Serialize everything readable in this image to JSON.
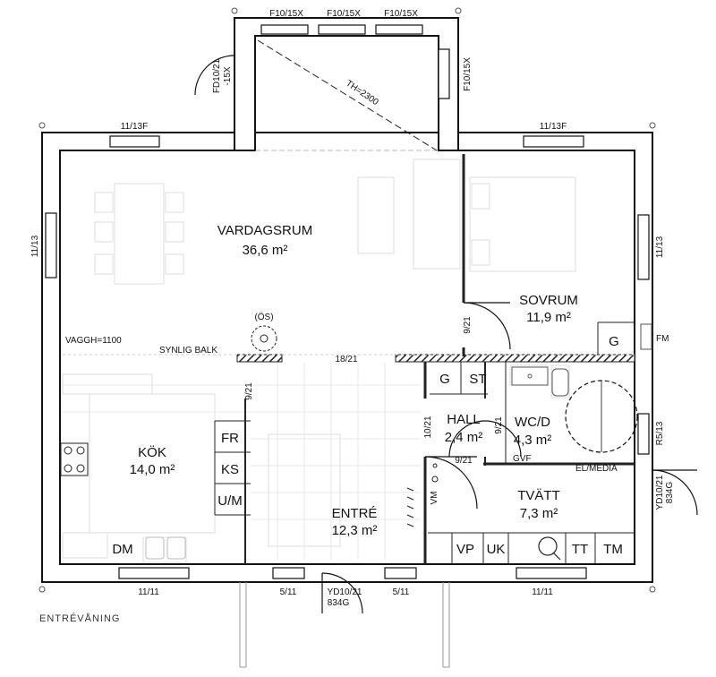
{
  "rooms": {
    "vardagsrum": {
      "name": "VARDAGSRUM",
      "area": "36,6 m²"
    },
    "sovrum": {
      "name": "SOVRUM",
      "area": "11,9 m²"
    },
    "kok": {
      "name": "KÖK",
      "area": "14,0 m²"
    },
    "entre": {
      "name": "ENTRÉ",
      "area": "12,3 m²"
    },
    "hall": {
      "name": "HALL",
      "area": "2,4 m²"
    },
    "wcd": {
      "name": "WC/D",
      "area": "4,3 m²"
    },
    "tvatt": {
      "name": "TVÄTT",
      "area": "7,3 m²"
    }
  },
  "windows": {
    "bay1": "F10/15X",
    "bay2": "F10/15X",
    "bay3": "F10/15X",
    "bay_right": "F10/15X",
    "top_left": "11/13F",
    "top_right": "11/13F",
    "left": "11/13",
    "right": "11/13",
    "bottom_left": "11/11",
    "bottom_mid_left": "5/11",
    "bottom_mid_right": "5/11",
    "bottom_right": "11/11",
    "wc_right": "R5/13"
  },
  "doors": {
    "bay_door_line1": "FD10/21",
    "bay_door_line2": "-15X",
    "front_line1": "YD10/21",
    "front_line2": "834G",
    "side_line1": "YD10/21",
    "side_line2": "834G",
    "sovrum_door": "9/21",
    "opening_1821": "18/21",
    "kitchen_door": "9/21",
    "hall_door": "10/21",
    "wc_door_left": "9/21",
    "wc_door_right": "9/21"
  },
  "annotations": {
    "th": "TH=2300",
    "vaggh": "VAGGH=1100",
    "synlig_balk": "SYNLIG BALK",
    "os": "(ÖS)",
    "fm": "FM",
    "gvf": "GVF",
    "el_media": "EL/MEDIA",
    "floor": "ENTRÉVÅNING"
  },
  "fixtures": {
    "g_sovrum": "G",
    "g_hall": "G",
    "st": "ST",
    "fr": "FR",
    "ks": "KS",
    "um": "U/M",
    "dm": "DM",
    "vm": "VM",
    "vp": "VP",
    "uk": "UK",
    "tt": "TT",
    "tm": "TM"
  }
}
